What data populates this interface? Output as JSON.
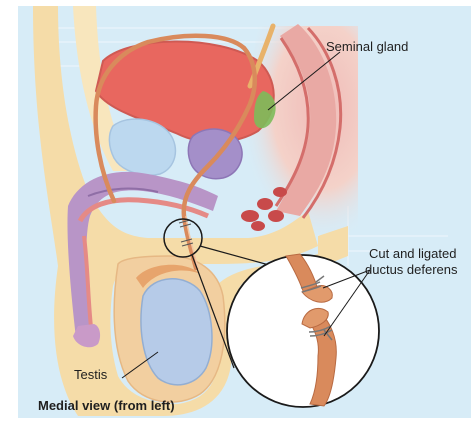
{
  "labels": {
    "seminal_gland": "Seminal gland",
    "cut_line1": "Cut and ligated",
    "cut_line2": "ductus deferens",
    "testis": "Testis"
  },
  "caption": "Medial view (from left)",
  "colors": {
    "background": "#d7ecf7",
    "skin": "#f5dca8",
    "bladder": "#e8675f",
    "prostate": "#a48fc9",
    "rectum": "#e9a9a4",
    "pubic_bone": "#bcd8ef",
    "ductus": "#d98a5c",
    "testis": "#b6cbe8",
    "shaft": "#b895c7"
  }
}
